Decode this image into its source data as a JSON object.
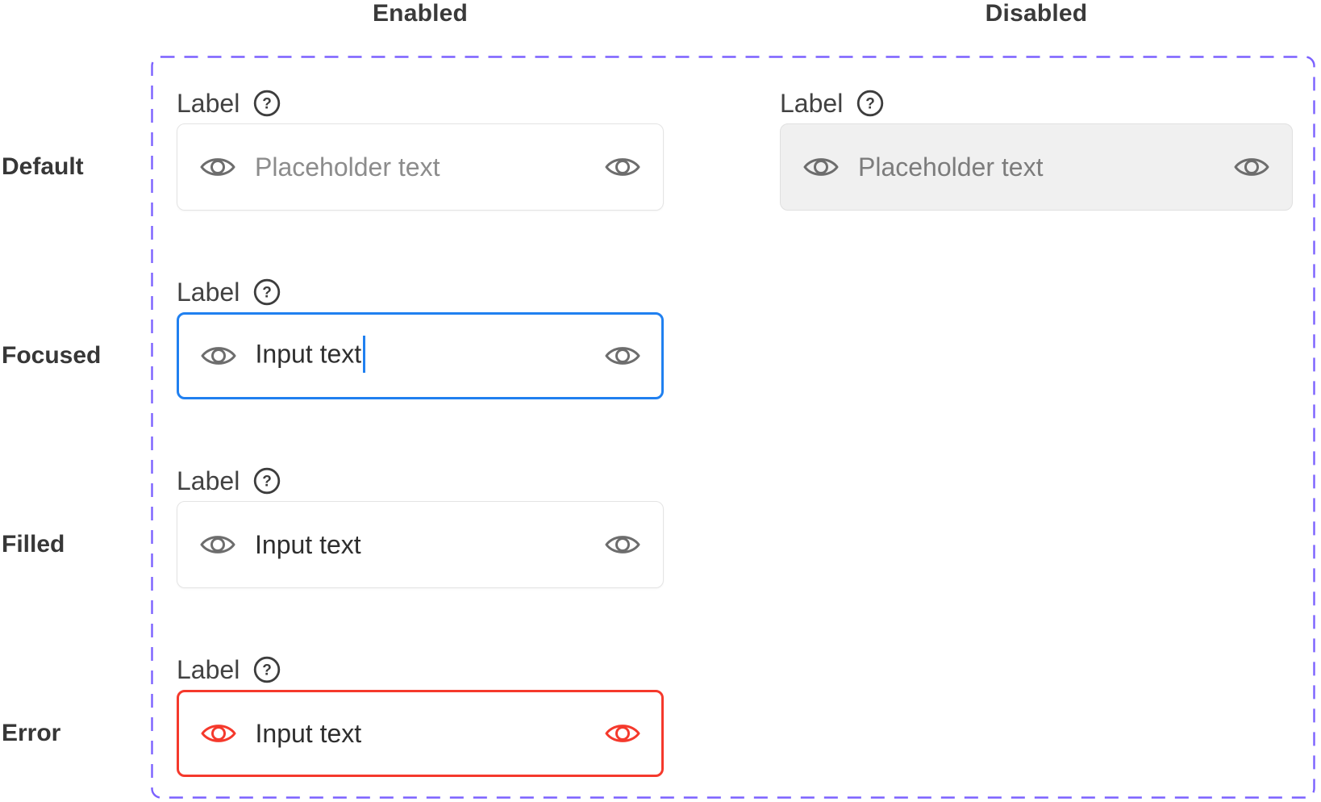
{
  "columns": {
    "enabled": "Enabled",
    "disabled": "Disabled"
  },
  "rows": {
    "default": "Default",
    "focused": "Focused",
    "filled": "Filled",
    "error": "Error"
  },
  "field": {
    "label": "Label",
    "placeholder": "Placeholder text",
    "value": "Input text"
  },
  "icons": {
    "help": "question-mark-circle-icon",
    "leading": "eye-icon",
    "trailing": "eye-icon",
    "help_glyph": "?"
  },
  "colors": {
    "heading": "#3a3a3a",
    "label": "#424242",
    "placeholder": "#8c8c8c",
    "value": "#2e2e2e",
    "icon": "#6d6d6d",
    "border_default": "#e4e4e4",
    "focus": "#2080f0",
    "error": "#f5392c",
    "disabled_bg": "#f0f0f0",
    "disabled_border": "#e0e0e0",
    "frame_dash": "#7b61ff"
  }
}
